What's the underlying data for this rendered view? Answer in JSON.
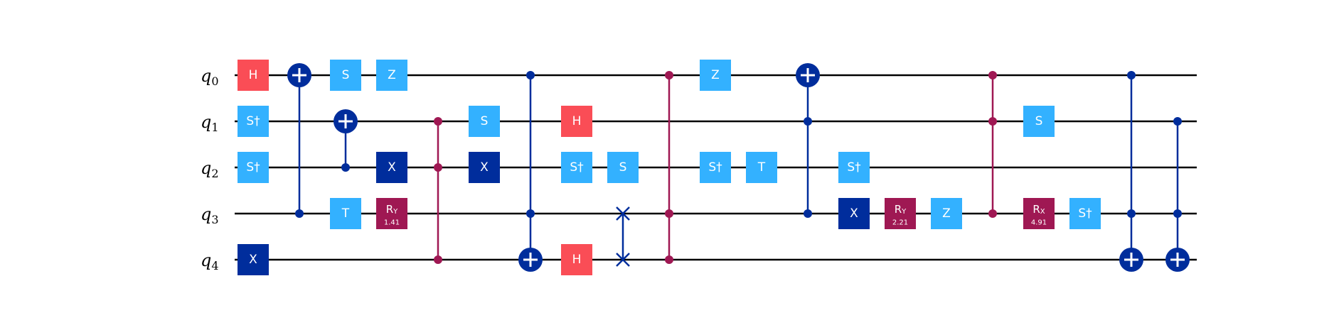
{
  "qubits": [
    {
      "name": "q",
      "index": "0"
    },
    {
      "name": "q",
      "index": "1"
    },
    {
      "name": "q",
      "index": "2"
    },
    {
      "name": "q",
      "index": "3"
    },
    {
      "name": "q",
      "index": "4"
    }
  ],
  "colors": {
    "wire": "#000000",
    "hadamard": "#fa4d56",
    "clifford": "#33b1ff",
    "pauli_x": "#002d9c",
    "rotation": "#9f1853",
    "cnot": "#002d9c",
    "cz": "#9f1853",
    "swap": "#002d9c"
  },
  "gates": [
    {
      "type": "single",
      "col": 0,
      "qubit": 0,
      "label": "H",
      "color": "hadamard"
    },
    {
      "type": "single",
      "col": 0,
      "qubit": 1,
      "label": "S†",
      "color": "clifford"
    },
    {
      "type": "single",
      "col": 0,
      "qubit": 2,
      "label": "S†",
      "color": "clifford"
    },
    {
      "type": "single",
      "col": 0,
      "qubit": 4,
      "label": "X",
      "color": "pauli_x"
    },
    {
      "type": "cnot",
      "col": 1,
      "control": 3,
      "target": 0
    },
    {
      "type": "single",
      "col": 2,
      "qubit": 0,
      "label": "S",
      "color": "clifford"
    },
    {
      "type": "cnot",
      "col": 2,
      "control": 2,
      "target": 1
    },
    {
      "type": "single",
      "col": 2,
      "qubit": 3,
      "label": "T",
      "color": "clifford"
    },
    {
      "type": "single",
      "col": 3,
      "qubit": 0,
      "label": "Z",
      "color": "clifford"
    },
    {
      "type": "single",
      "col": 3,
      "qubit": 2,
      "label": "X",
      "color": "pauli_x"
    },
    {
      "type": "rot",
      "col": 3,
      "qubit": 3,
      "label": "R",
      "sub": "Y",
      "param": "1.41"
    },
    {
      "type": "cz",
      "col": 4,
      "qubits": [
        1,
        2,
        4
      ]
    },
    {
      "type": "single",
      "col": 5,
      "qubit": 1,
      "label": "S",
      "color": "clifford"
    },
    {
      "type": "single",
      "col": 5,
      "qubit": 2,
      "label": "X",
      "color": "pauli_x"
    },
    {
      "type": "cnot",
      "col": 6,
      "controls": [
        0,
        3
      ],
      "target": 4
    },
    {
      "type": "single",
      "col": 7,
      "qubit": 1,
      "label": "H",
      "color": "hadamard"
    },
    {
      "type": "single",
      "col": 7,
      "qubit": 2,
      "label": "S†",
      "color": "clifford"
    },
    {
      "type": "single",
      "col": 7,
      "qubit": 4,
      "label": "H",
      "color": "hadamard"
    },
    {
      "type": "single",
      "col": 8,
      "qubit": 2,
      "label": "S",
      "color": "clifford"
    },
    {
      "type": "swap",
      "col": 8,
      "qubits": [
        3,
        4
      ]
    },
    {
      "type": "cz",
      "col": 9,
      "qubits": [
        0,
        3,
        4
      ]
    },
    {
      "type": "single",
      "col": 10,
      "qubit": 0,
      "label": "Z",
      "color": "clifford"
    },
    {
      "type": "single",
      "col": 10,
      "qubit": 2,
      "label": "S†",
      "color": "clifford"
    },
    {
      "type": "single",
      "col": 11,
      "qubit": 2,
      "label": "T",
      "color": "clifford"
    },
    {
      "type": "cnot",
      "col": 12,
      "controls": [
        1,
        3
      ],
      "target": 0
    },
    {
      "type": "single",
      "col": 13,
      "qubit": 2,
      "label": "S†",
      "color": "clifford"
    },
    {
      "type": "single",
      "col": 13,
      "qubit": 3,
      "label": "X",
      "color": "pauli_x"
    },
    {
      "type": "rot",
      "col": 14,
      "qubit": 3,
      "label": "R",
      "sub": "Y",
      "param": "2.21"
    },
    {
      "type": "single",
      "col": 15,
      "qubit": 3,
      "label": "Z",
      "color": "clifford"
    },
    {
      "type": "cz",
      "col": 16,
      "qubits": [
        0,
        1,
        3
      ]
    },
    {
      "type": "single",
      "col": 17,
      "qubit": 1,
      "label": "S",
      "color": "clifford"
    },
    {
      "type": "rot",
      "col": 17,
      "qubit": 3,
      "label": "R",
      "sub": "X",
      "param": "4.91"
    },
    {
      "type": "single",
      "col": 18,
      "qubit": 3,
      "label": "S†",
      "color": "clifford"
    },
    {
      "type": "cnot",
      "col": 19,
      "controls": [
        0,
        3
      ],
      "target": 4
    },
    {
      "type": "cnot",
      "col": 20,
      "controls": [
        1,
        3
      ],
      "target": 4
    }
  ]
}
